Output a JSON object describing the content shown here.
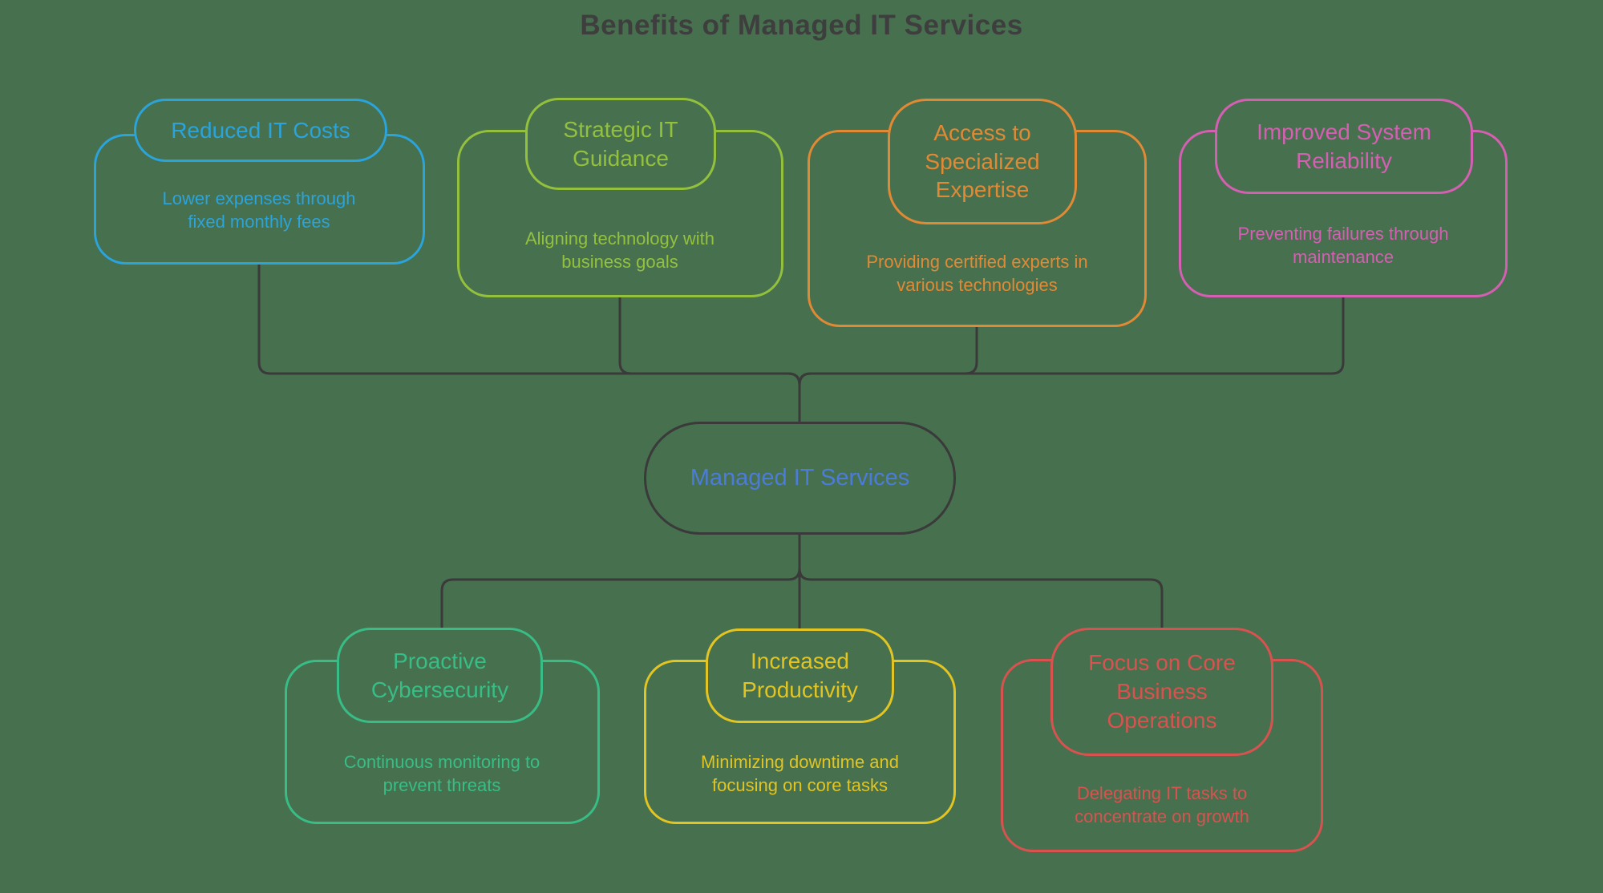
{
  "title": "Benefits of Managed IT Services",
  "background_color": "#47704E",
  "connector_color": "#3A3A3A",
  "center_node": {
    "label": "Managed IT Services",
    "border_color": "#3A3A3A",
    "text_color": "#4C7CD9"
  },
  "nodes": [
    {
      "id": "reduced-it-costs",
      "title": "Reduced IT Costs",
      "description": "Lower expenses through fixed monthly fees",
      "color": "#2BA3DB"
    },
    {
      "id": "strategic-it-guidance",
      "title": "Strategic IT Guidance",
      "description": "Aligning technology with business goals",
      "color": "#93C13E"
    },
    {
      "id": "access-to-specialized-expertise",
      "title": "Access to Specialized Expertise",
      "description": "Providing certified experts in various technologies",
      "color": "#E18A35"
    },
    {
      "id": "improved-system-reliability",
      "title": "Improved System Reliability",
      "description": "Preventing failures through maintenance",
      "color": "#D55FB2"
    },
    {
      "id": "proactive-cybersecurity",
      "title": "Proactive Cybersecurity",
      "description": "Continuous monitoring to prevent threats",
      "color": "#38BD86"
    },
    {
      "id": "increased-productivity",
      "title": "Increased Productivity",
      "description": "Minimizing downtime and focusing on core tasks",
      "color": "#E2C522"
    },
    {
      "id": "focus-on-core-business-operations",
      "title": "Focus on Core Business Operations",
      "description": "Delegating IT tasks to concentrate on growth",
      "color": "#D85350"
    }
  ],
  "edges": [
    {
      "from": "reduced-it-costs",
      "to": "managed-it-services"
    },
    {
      "from": "strategic-it-guidance",
      "to": "managed-it-services"
    },
    {
      "from": "access-to-specialized-expertise",
      "to": "managed-it-services"
    },
    {
      "from": "improved-system-reliability",
      "to": "managed-it-services"
    },
    {
      "from": "managed-it-services",
      "to": "proactive-cybersecurity"
    },
    {
      "from": "managed-it-services",
      "to": "increased-productivity"
    },
    {
      "from": "managed-it-services",
      "to": "focus-on-core-business-operations"
    }
  ]
}
